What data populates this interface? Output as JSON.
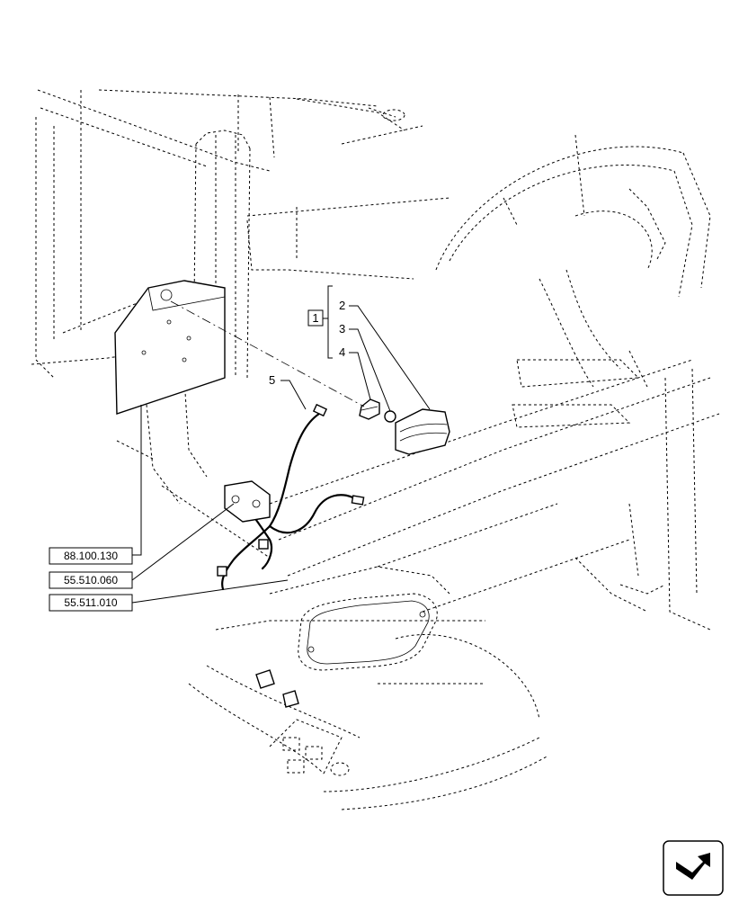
{
  "callouts": {
    "group": "1",
    "item_2": "2",
    "item_3": "3",
    "item_4": "4",
    "item_5": "5"
  },
  "references": [
    {
      "code": "88.100.130"
    },
    {
      "code": "55.510.060"
    },
    {
      "code": "55.511.010"
    }
  ],
  "icons": {
    "navigation": "forward-arrow-icon"
  }
}
